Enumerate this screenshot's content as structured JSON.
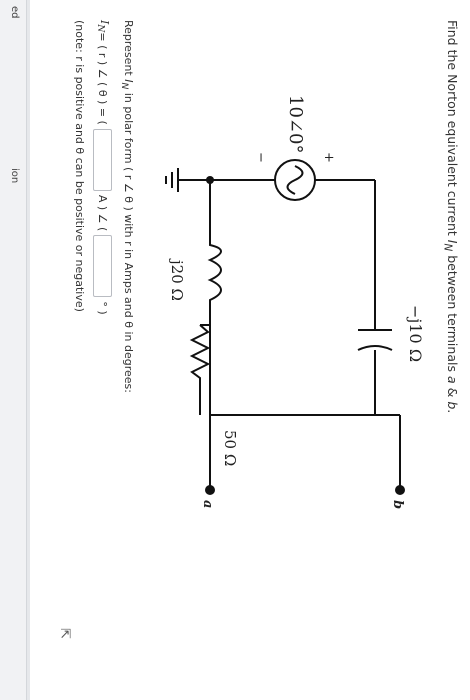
{
  "sidebar": {
    "text_1": "ed",
    "text_2": "ion"
  },
  "question": {
    "prefix": "Find the Norton equivalent current ",
    "var": "I",
    "var_sub": "N",
    "suffix": " between terminals ",
    "terminal_a": "a",
    "and": " & ",
    "terminal_b": "b",
    "end": "."
  },
  "circuit": {
    "source_label": "10∠0°",
    "plus": "+",
    "minus": "−",
    "capacitor_label": "−j10 Ω",
    "inductor_label": "j20 Ω",
    "resistor_label": "50 Ω",
    "terminal_a": "a",
    "terminal_b": "b"
  },
  "instruction": {
    "text_1": "Represent ",
    "var": "I",
    "var_sub": "N",
    "text_2": " in polar form ",
    "form": "( r ∠ θ )",
    "text_3": " with r in Amps and θ in degrees:"
  },
  "answer": {
    "lhs": "I",
    "lhs_sub": "N",
    "eq": " = ( r ) ∠ ( θ ) = (",
    "amps_unit": "A ) ∠ (",
    "deg_unit": "° )",
    "magnitude_value": "",
    "angle_value": ""
  },
  "note": "(note: r is positive and θ can be positive or negative)",
  "cursor_icon": "pointer-cursor-icon"
}
